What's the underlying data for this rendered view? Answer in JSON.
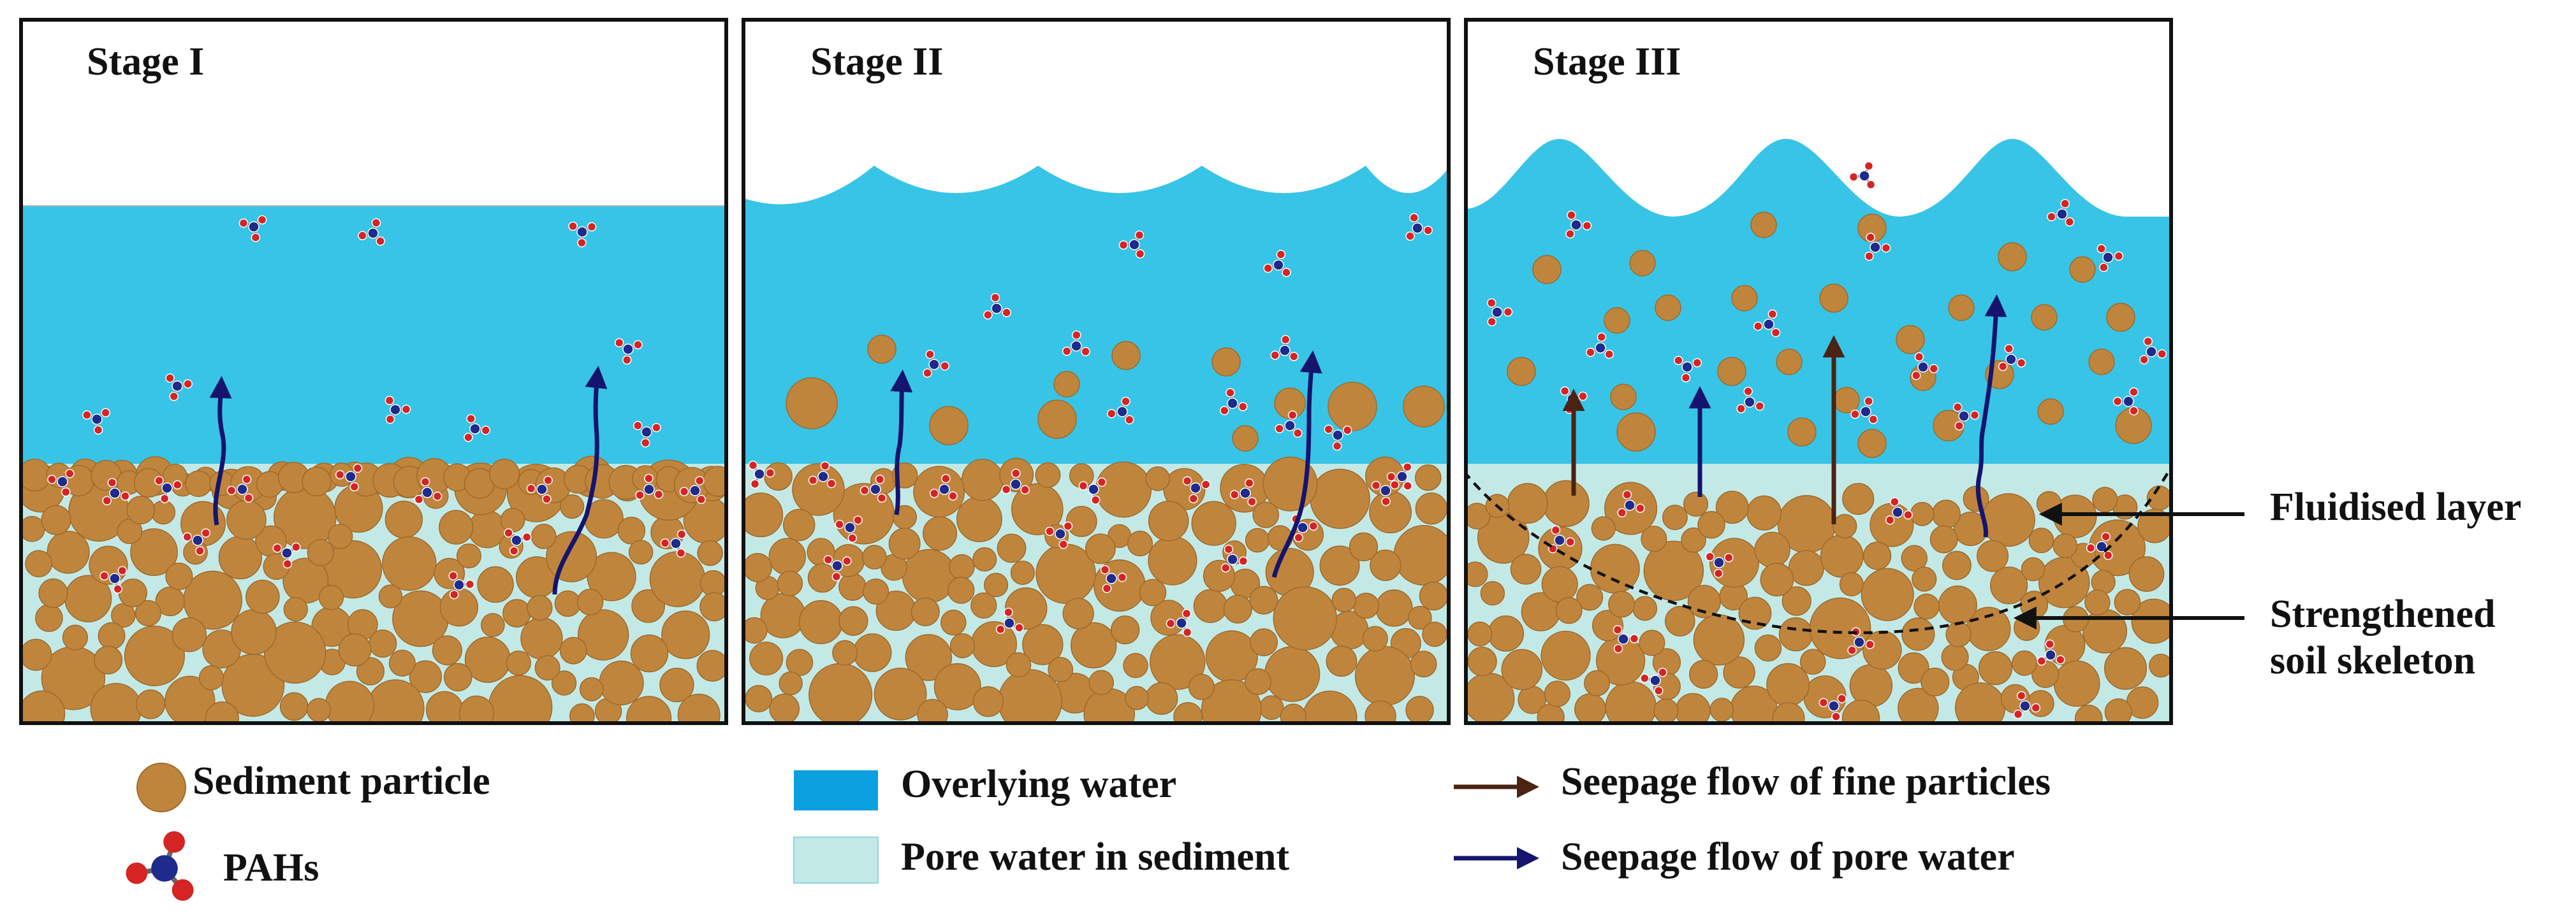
{
  "panels": [
    {
      "label": "Stage I"
    },
    {
      "label": "Stage II"
    },
    {
      "label": "Stage III"
    }
  ],
  "callouts": {
    "fluidised_layer": "Fluidised layer",
    "skeleton_line1": "Strengthened",
    "skeleton_line2": "soil skeleton"
  },
  "legend": {
    "sediment_particle": "Sediment particle",
    "pahs": "PAHs",
    "overlying_water": "Overlying water",
    "pore_water": "Pore water in sediment",
    "seepage_fine": "Seepage flow of fine particles",
    "seepage_pore": "Seepage flow of pore water"
  },
  "colors": {
    "overlying_water": "#38c4e6",
    "pore_water": "#c3e9e6",
    "sediment_particle": "#c0853d",
    "sediment_edge": "#9d6a2b",
    "fine_particle_arrow": "#4a2313",
    "pore_water_arrow": "#15146e",
    "pah_center": "#1e2a8c",
    "pah_arm": "#d42424",
    "panel_border": "#111111",
    "legend_overlying": "#0aa0e0"
  },
  "icons": {
    "sediment": "brown-circle",
    "pah": "molecule-icon",
    "fine_arrow": "brown-arrow-icon",
    "pore_arrow": "navy-arrow-icon"
  }
}
